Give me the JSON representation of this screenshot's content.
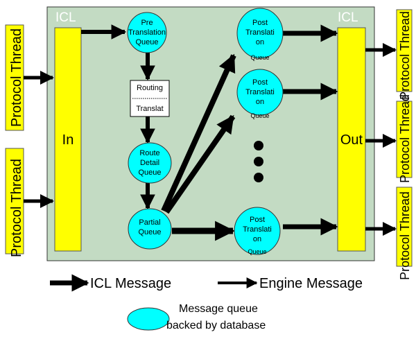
{
  "colors": {
    "panel": "#c3dbc3",
    "panel_border": "#333333",
    "yellow": "#ffff00",
    "cyan": "#00ffff",
    "arrow": "#000000",
    "icl_label": "#ffffff"
  },
  "icl_left_label": "ICL",
  "icl_right_label": "ICL",
  "in_label": "In",
  "out_label": "Out",
  "protocol_threads": {
    "left_top": "Protocol Thread",
    "left_bottom": "Protocol Thread",
    "right_top": "Protocol Thread",
    "right_mid": "Protocol Thread",
    "right_bottom": "Protocol Thread"
  },
  "queues": {
    "pre_translation": [
      "Pre",
      "Translation",
      "Queue"
    ],
    "route_detail": [
      "Route",
      "Detail",
      "Queue"
    ],
    "partial": [
      "Partial",
      "Queue"
    ],
    "post1": [
      "Post",
      "Translati",
      "on",
      "Queue"
    ],
    "post2": [
      "Post",
      "Translati",
      "on",
      "Queue"
    ],
    "post3": [
      "Post",
      "Translati",
      "on",
      "Queue"
    ]
  },
  "routing_box": {
    "top": "Routing",
    "bottom": "Translat"
  },
  "legend": {
    "icl_message": "ICL Message",
    "engine_message": "Engine Message",
    "queue_line1": "Message queue",
    "queue_line2": "backed by database"
  }
}
